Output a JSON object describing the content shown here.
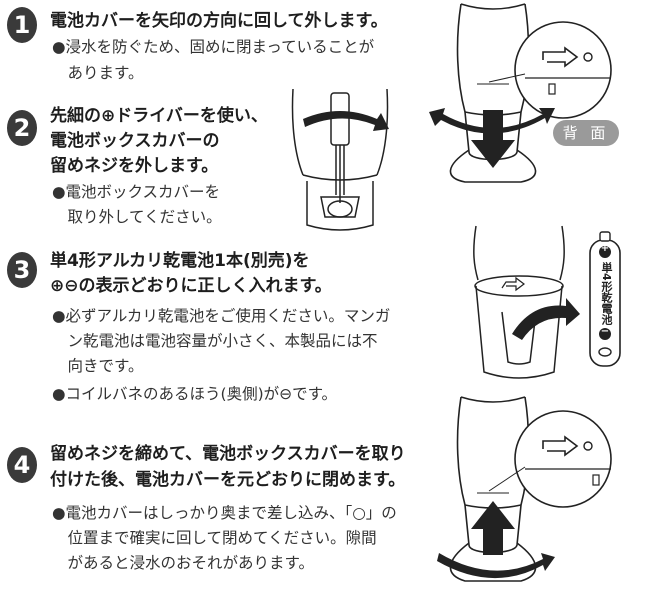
{
  "steps": [
    {
      "number": "1",
      "heading": [
        "電池カバーを矢印の方向に回して外します。"
      ],
      "notes": [
        "●浸水を防ぐため、固めに閉まっていることが",
        "　あります。"
      ]
    },
    {
      "number": "2",
      "heading": [
        "先細の⊕ドライバーを使い、",
        "電池ボックスカバーの",
        "留めネジを外します。"
      ],
      "notes": [
        "●電池ボックスカバーを",
        "　取り外してください。"
      ]
    },
    {
      "number": "3",
      "heading": [
        "単4形アルカリ乾電池1本(別売)を",
        "⊕⊖の表示どおりに正しく入れます。"
      ],
      "notes": [
        "●必ずアルカリ乾電池をご使用ください。マンガ",
        "　ン乾電池は電池容量が小さく、本製品には不",
        "　向きです。",
        "●コイルバネのあるほう(奥側)が⊖です。"
      ]
    },
    {
      "number": "4",
      "heading": [
        "留めネジを締めて、電池ボックスカバーを取り",
        "付けた後、電池カバーを元どおりに閉めます。"
      ],
      "notes": [
        "●電池カバーはしっかり奥まで差し込み、「○」の",
        "　位置まで確実に回して閉めてください。隙間",
        "　があると浸水のおそれがあります。"
      ]
    }
  ],
  "figure": {
    "back_label": "背 面",
    "battery_label": "単4形乾電池",
    "battery_plus": "+",
    "battery_minus": "−"
  }
}
